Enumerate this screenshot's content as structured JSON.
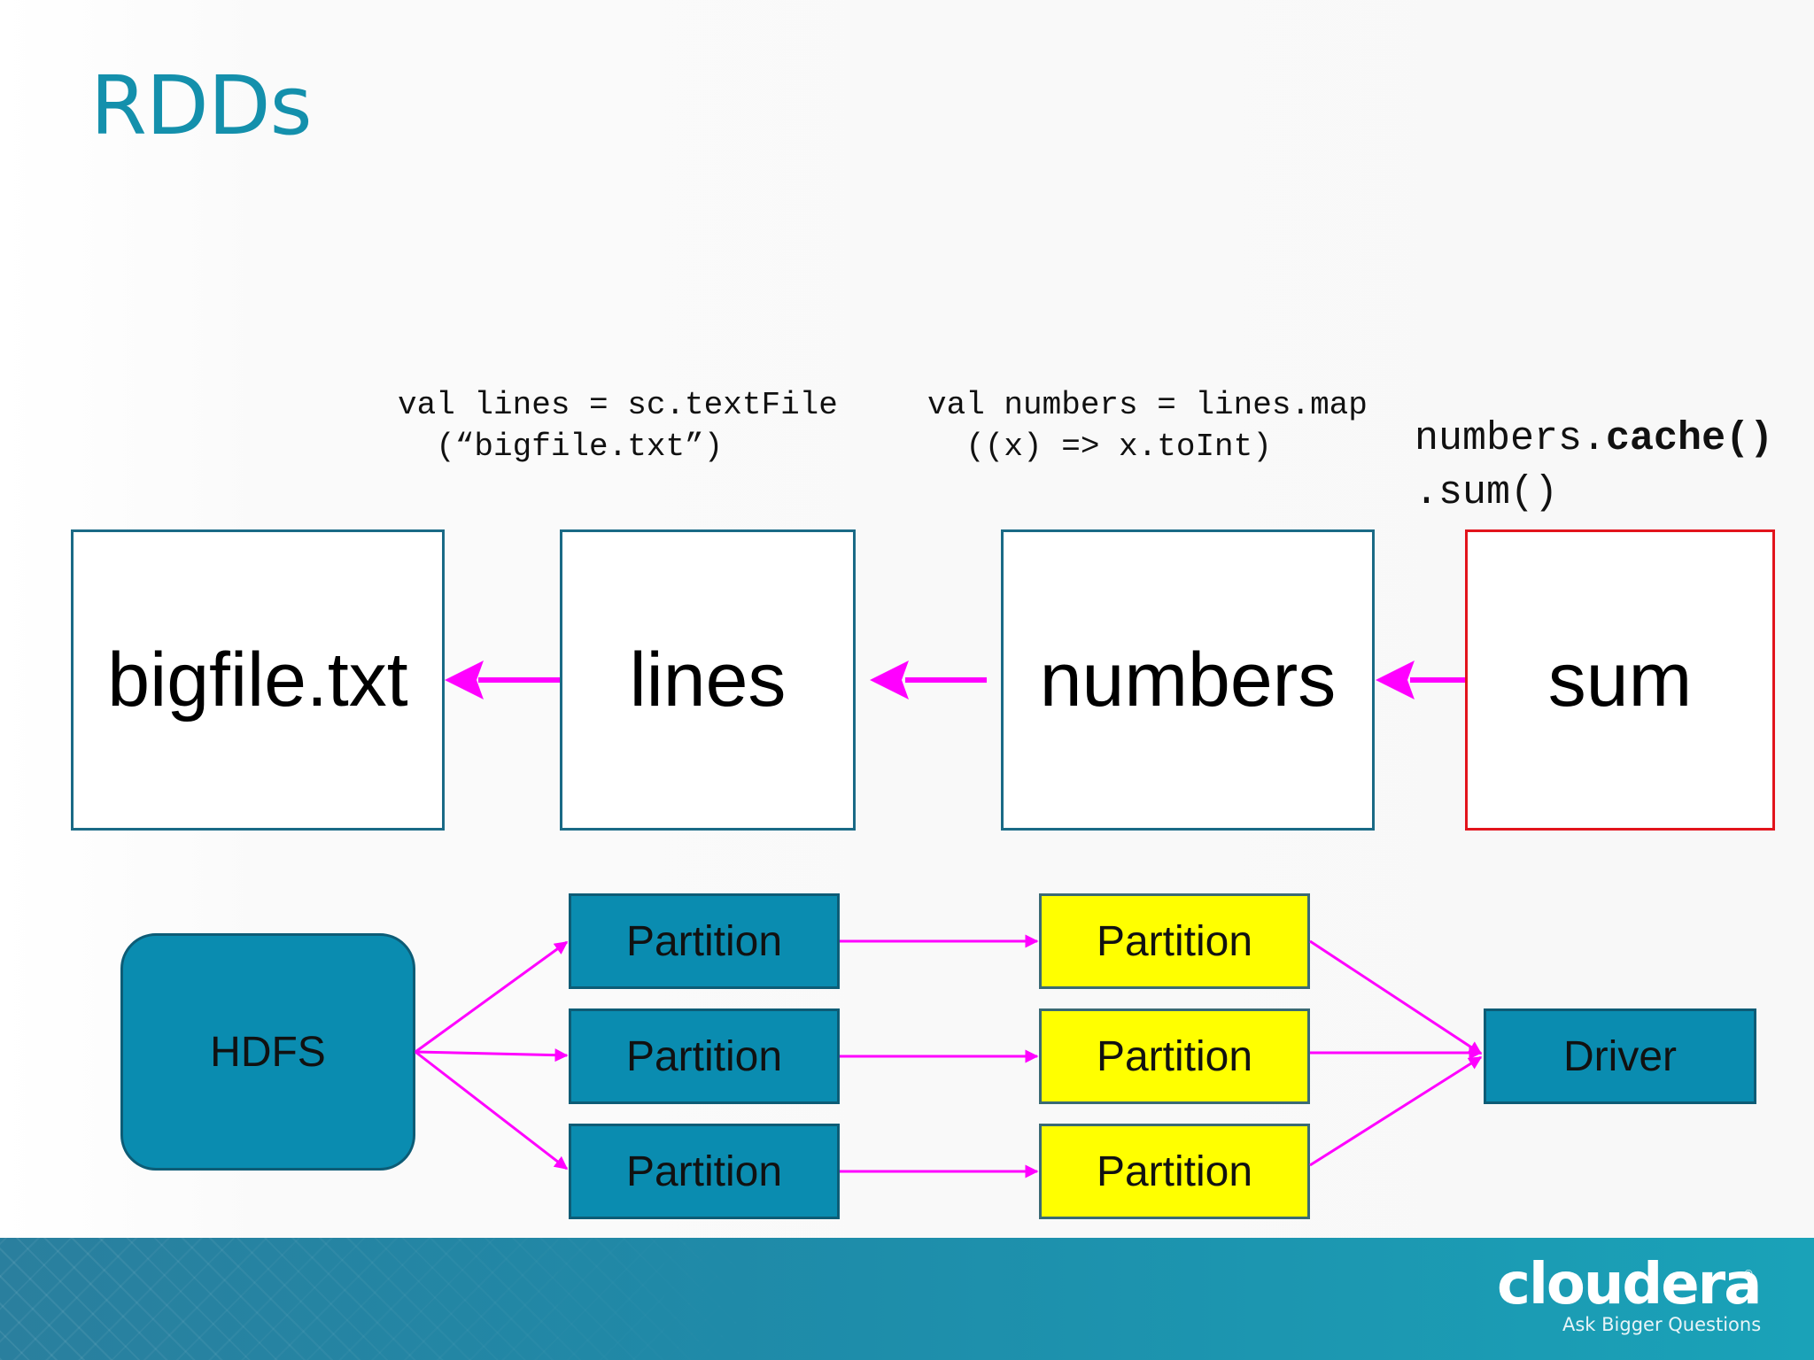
{
  "slide": {
    "title": "RDDs"
  },
  "code": {
    "lines": "val lines = sc.textFile\n  (“bigfile.txt”)",
    "numbers": "val numbers = lines.map\n  ((x) => x.toInt)",
    "cache_prefix": "numbers.",
    "cache_method": "cache()",
    "sum_line": ".sum()"
  },
  "rdd_chain": [
    {
      "label": "bigfile.txt"
    },
    {
      "label": "lines"
    },
    {
      "label": "numbers"
    },
    {
      "label": "sum"
    }
  ],
  "execution": {
    "source": "HDFS",
    "stage1": [
      "Partition",
      "Partition",
      "Partition"
    ],
    "stage2": [
      "Partition",
      "Partition",
      "Partition"
    ],
    "sink": "Driver"
  },
  "colors": {
    "arrow": "#ff00ff",
    "accent": "#1490ac",
    "partition_blue": "#0a8cb0",
    "partition_yellow": "#ffff00",
    "highlight_border": "#e2141c"
  },
  "footer": {
    "logo": "cloudera",
    "registered": "®",
    "tagline": "Ask Bigger Questions"
  }
}
